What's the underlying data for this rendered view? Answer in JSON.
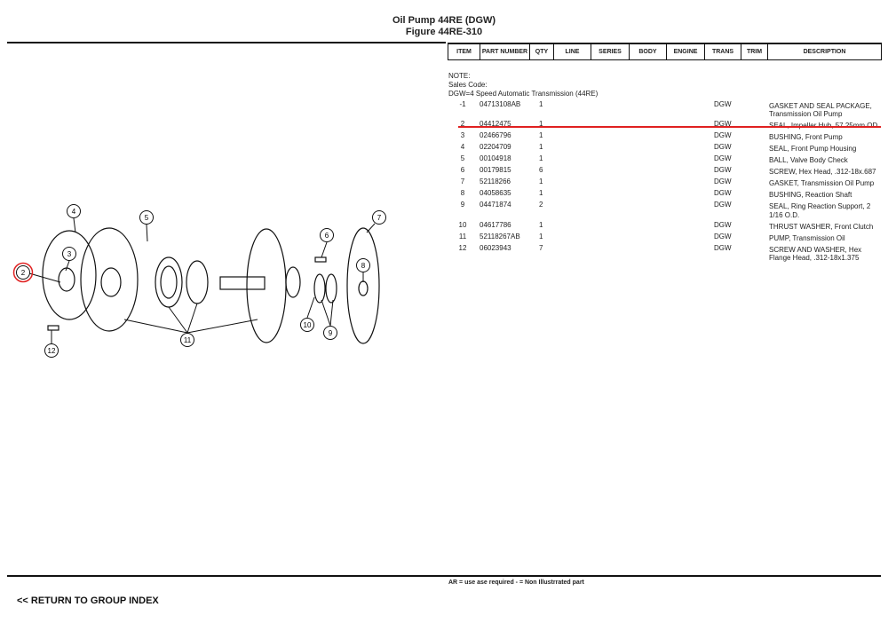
{
  "title": "Oil Pump 44RE (DGW)",
  "figure": "Figure 44RE-310",
  "columns": [
    "ITEM",
    "PART NUMBER",
    "QTY",
    "LINE",
    "SERIES",
    "BODY",
    "ENGINE",
    "TRANS",
    "TRIM",
    "DESCRIPTION"
  ],
  "note": {
    "label": "NOTE:",
    "sales_code": "Sales Code:",
    "code_desc": "DGW=4 Speed Automatic Transmission (44RE)"
  },
  "rows": [
    {
      "item": "-1",
      "part": "04713108AB",
      "qty": "1",
      "trans": "DGW",
      "desc": "GASKET AND SEAL PACKAGE, Transmission Oil Pump"
    },
    {
      "item": "2",
      "part": "04412475",
      "qty": "1",
      "trans": "DGW",
      "desc": "SEAL, Impeller Hub, 57.25mm OD"
    },
    {
      "item": "3",
      "part": "02466796",
      "qty": "1",
      "trans": "DGW",
      "desc": "BUSHING, Front Pump"
    },
    {
      "item": "4",
      "part": "02204709",
      "qty": "1",
      "trans": "DGW",
      "desc": "SEAL, Front Pump Housing"
    },
    {
      "item": "5",
      "part": "00104918",
      "qty": "1",
      "trans": "DGW",
      "desc": "BALL, Valve Body Check"
    },
    {
      "item": "6",
      "part": "00179815",
      "qty": "6",
      "trans": "DGW",
      "desc": "SCREW, Hex Head, .312-18x.687"
    },
    {
      "item": "7",
      "part": "52118266",
      "qty": "1",
      "trans": "DGW",
      "desc": "GASKET, Transmission Oil Pump"
    },
    {
      "item": "8",
      "part": "04058635",
      "qty": "1",
      "trans": "DGW",
      "desc": "BUSHING, Reaction Shaft"
    },
    {
      "item": "9",
      "part": "04471874",
      "qty": "2",
      "trans": "DGW",
      "desc": "SEAL, Ring Reaction Support, 2 1/16 O.D."
    },
    {
      "item": "10",
      "part": "04617786",
      "qty": "1",
      "trans": "DGW",
      "desc": "THRUST WASHER, Front Clutch"
    },
    {
      "item": "11",
      "part": "52118267AB",
      "qty": "1",
      "trans": "DGW",
      "desc": "PUMP, Transmission Oil"
    },
    {
      "item": "12",
      "part": "06023943",
      "qty": "7",
      "trans": "DGW",
      "desc": "SCREW AND WASHER, Hex Flange Head, .312-18x1.375"
    }
  ],
  "callouts": [
    "2",
    "3",
    "4",
    "5",
    "6",
    "7",
    "8",
    "9",
    "10",
    "11",
    "12"
  ],
  "highlight_color": "#e02020",
  "footnote": "AR = use ase required    - = Non Illustrrated part",
  "back_link": "<< RETURN TO GROUP INDEX"
}
